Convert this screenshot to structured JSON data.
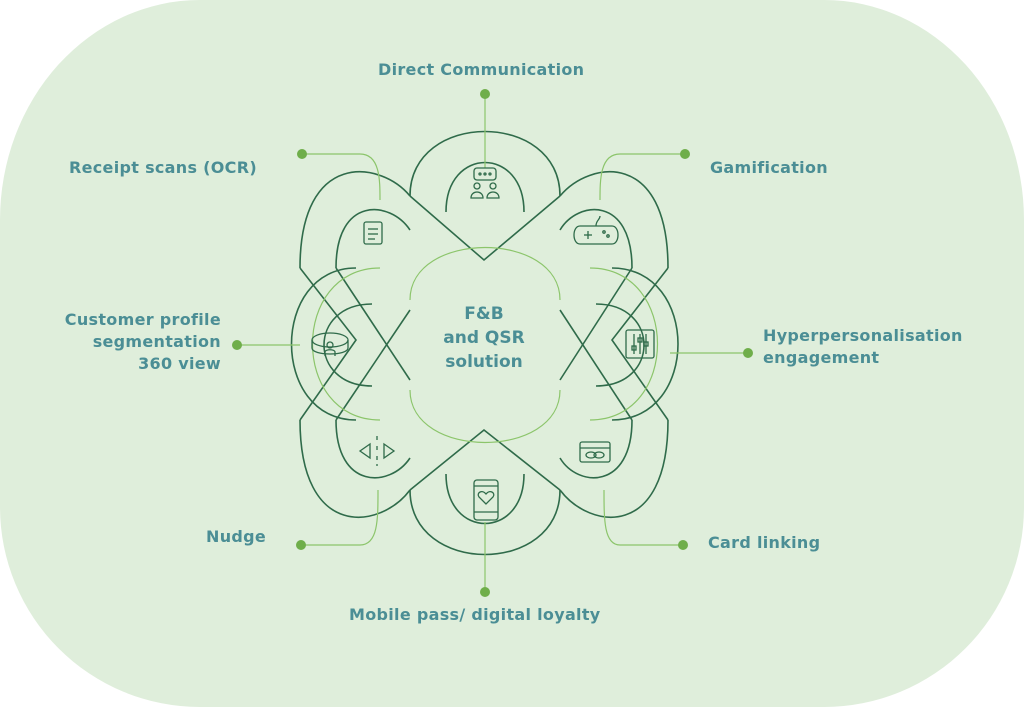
{
  "center": {
    "line1": "F&B",
    "line2": "and QSR",
    "line3": "solution"
  },
  "features": {
    "top": "Direct Communication",
    "top_left": "Receipt scans (OCR)",
    "top_right": "Gamification",
    "left_line1": "Customer profile",
    "left_line2": "segmentation",
    "left_line3": "360 view",
    "right_line1": "Hyperpersonalisation",
    "right_line2": "engagement",
    "bottom_left": "Nudge",
    "bottom_right": "Card linking",
    "bottom": "Mobile pass/ digital loyalty"
  },
  "icons": {
    "top": "people-chat-icon",
    "top_left": "receipt-icon",
    "top_right": "gamepad-icon",
    "left": "customer-ring-icon",
    "right": "sliders-icon",
    "bottom_left": "nudge-arrows-icon",
    "bottom_right": "card-link-icon",
    "bottom": "mobile-heart-icon"
  },
  "colors": {
    "background": "#dfeedb",
    "dark_line": "#2f6b4a",
    "light_line": "#8cc56b",
    "dot": "#6fae4a",
    "text": "#4b8e95"
  }
}
